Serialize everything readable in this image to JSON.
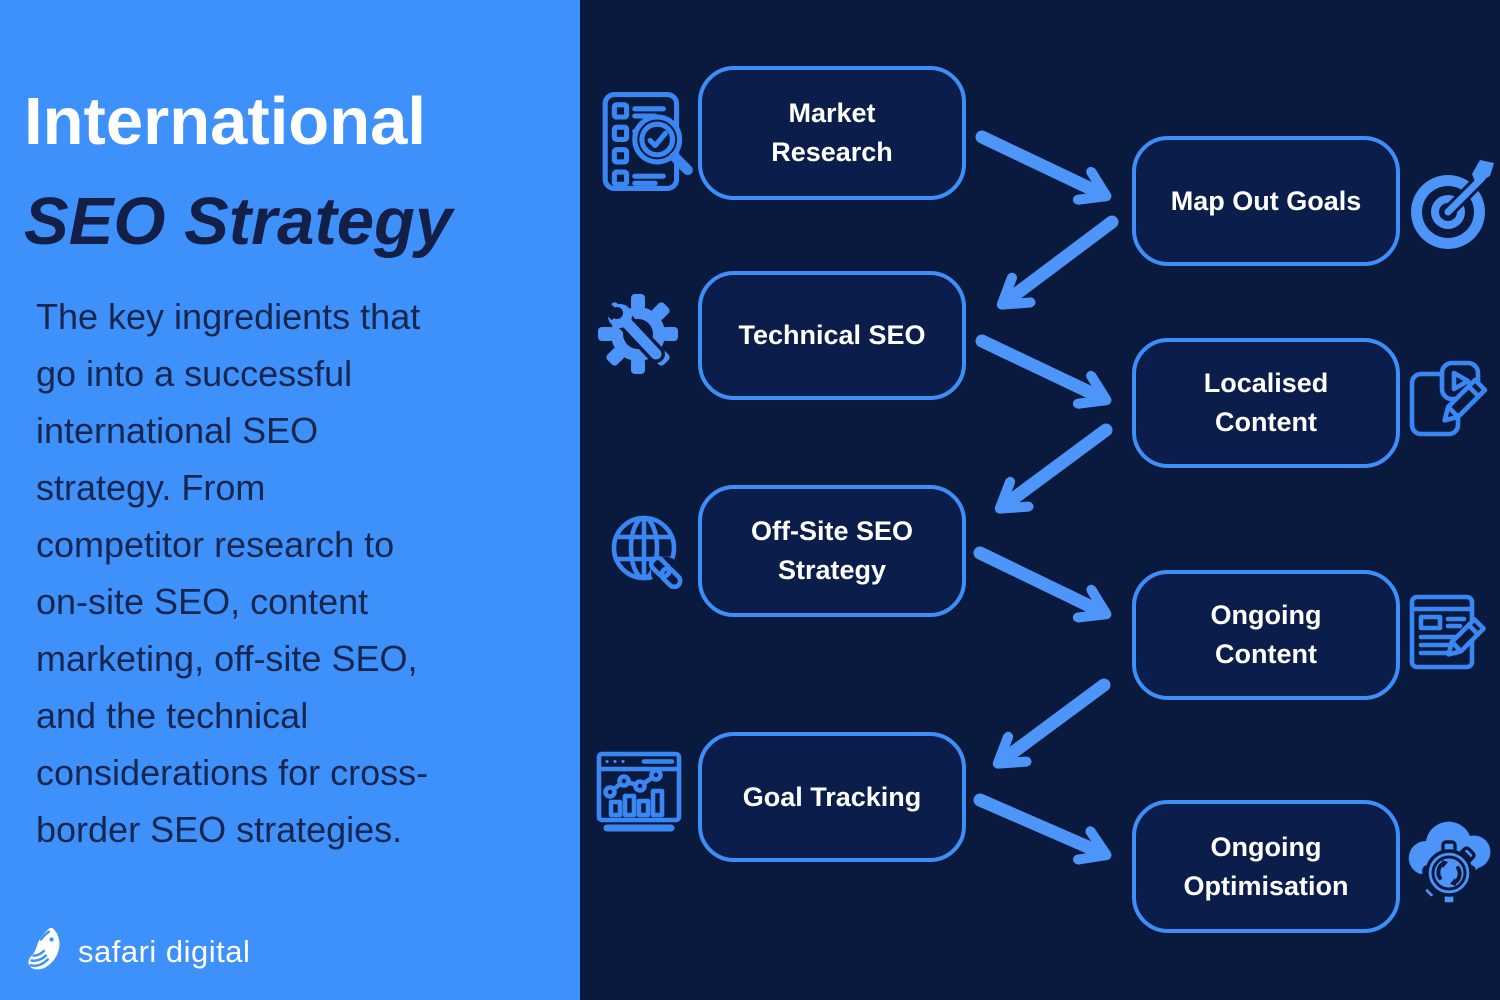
{
  "left_panel": {
    "title_line1": "International",
    "title_line2": "SEO Strategy",
    "description_lines": [
      "The key ingredients that",
      "go into a successful",
      "international SEO",
      "strategy. From",
      "competitor research to",
      "on-site SEO, content",
      "marketing, off-site SEO,",
      "and the technical",
      "considerations for cross-",
      "border SEO strategies."
    ],
    "logo_text": "safari digital"
  },
  "flowchart": {
    "nodes": [
      {
        "label": "Market Research",
        "icon": "checklist-search-icon"
      },
      {
        "label": "Map Out Goals",
        "icon": "target-dart-icon"
      },
      {
        "label": "Technical SEO",
        "icon": "gear-wrench-icon"
      },
      {
        "label": "Localised Content",
        "icon": "media-edit-icon"
      },
      {
        "label": "Off-Site SEO Strategy",
        "icon": "globe-link-icon"
      },
      {
        "label": "Ongoing Content",
        "icon": "document-pencil-icon"
      },
      {
        "label": "Goal Tracking",
        "icon": "analytics-chart-icon"
      },
      {
        "label": "Ongoing Optimisation",
        "icon": "cloud-gear-sync-icon"
      }
    ]
  },
  "colors": {
    "left_panel_blue": "#3E90FA",
    "dark_navy_background": "#0A1A3E",
    "node_border_blue": "#3E8EF7",
    "arrow_blue": "#4E95F9",
    "title_white": "#FFFFFF",
    "title_dark_navy": "#131F47",
    "node_text_white": "#FFFFFF"
  }
}
